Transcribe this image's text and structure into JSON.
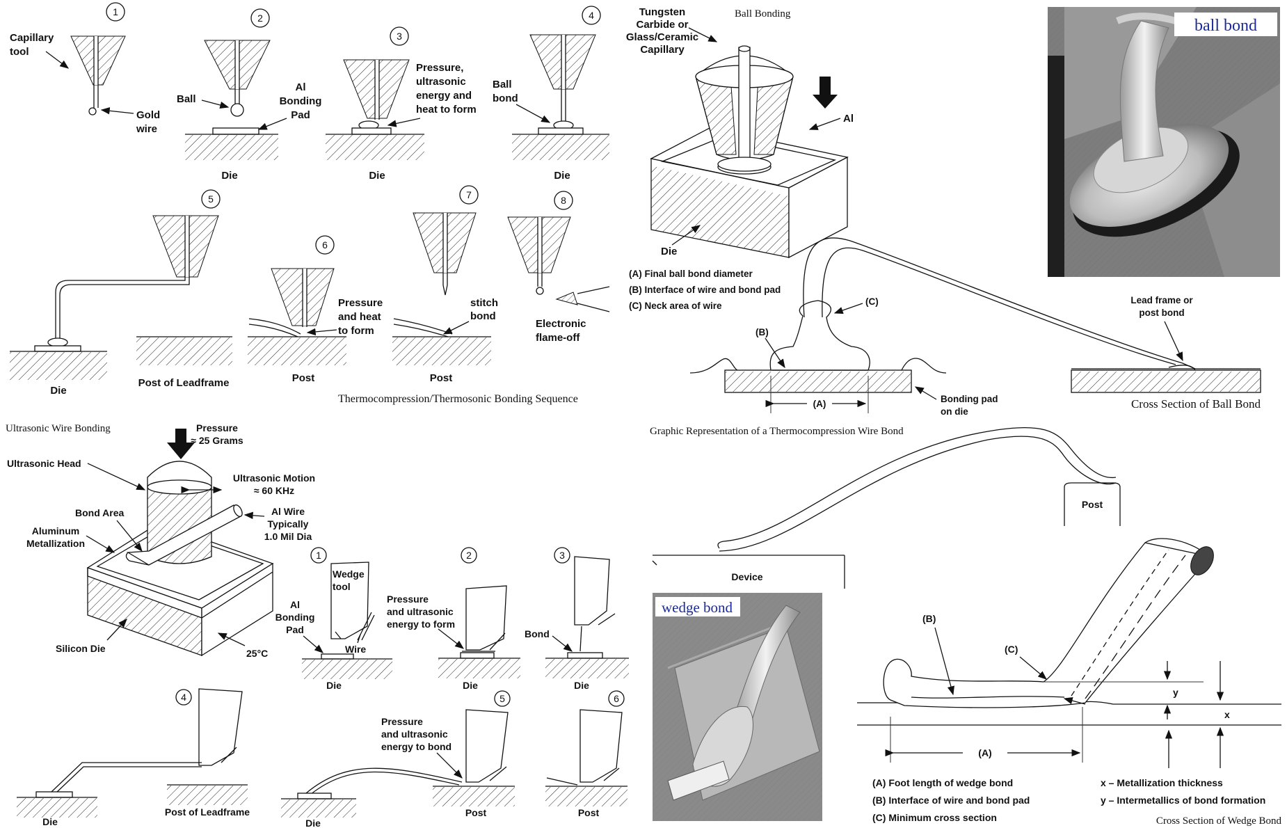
{
  "colors": {
    "ink": "#111111",
    "photo_label": "#1a2a9a"
  },
  "sequence": {
    "steps": [
      "1",
      "2",
      "3",
      "4",
      "5",
      "6",
      "7",
      "8"
    ],
    "capillary_tool": [
      "Capillary",
      "tool"
    ],
    "gold_wire": [
      "Gold",
      "wire"
    ],
    "ball": "Ball",
    "al_pad": [
      "Al",
      "Bonding",
      "Pad"
    ],
    "pressure": [
      "Pressure,",
      "ultrasonic",
      "energy and",
      "heat to form"
    ],
    "ball_bond": [
      "Ball",
      "bond"
    ],
    "die": "Die",
    "post_of_leadframe": "Post of Leadframe",
    "pressure_heat": [
      "Pressure",
      "and heat",
      "to form"
    ],
    "post": "Post",
    "stitch_bond": [
      "stitch",
      "bond"
    ],
    "flame_off": [
      "Electronic",
      "flame-off"
    ],
    "caption": "Thermocompression/Thermosonic Bonding Sequence"
  },
  "ball_bonding": {
    "title": "Ball Bonding",
    "capillary": [
      "Tungsten",
      "Carbide or",
      "Glass/Ceramic",
      "Capillary"
    ],
    "al": "Al",
    "die": "Die",
    "legend": [
      "(A) Final ball bond diameter",
      "(B) Interface of wire and bond pad",
      "(C) Neck area of wire"
    ]
  },
  "photo_ball": {
    "label": "ball bond"
  },
  "tc_section": {
    "lead_frame": [
      "Lead frame or",
      "post bond"
    ],
    "c": "(C)",
    "b": "(B)",
    "a": "(A)",
    "bonding_pad": [
      "Bonding pad",
      "on die"
    ],
    "cross_section": "Cross Section of Ball Bond",
    "caption": "Graphic Representation of a Thermocompression Wire Bond"
  },
  "ultrasonic": {
    "title": "Ultrasonic Wire Bonding",
    "pressure": [
      "Pressure",
      "≈ 25 Grams"
    ],
    "head": "Ultrasonic Head",
    "motion": [
      "Ultrasonic Motion",
      "≈ 60 KHz"
    ],
    "bond_area": "Bond Area",
    "al_wire": [
      "Al Wire",
      "Typically",
      "1.0 Mil Dia"
    ],
    "metallization": [
      "Aluminum",
      "Metallization"
    ],
    "silicon_die": "Silicon Die",
    "temp": "25°C"
  },
  "wedge_seq": {
    "steps": [
      "1",
      "2",
      "3",
      "4",
      "5",
      "6"
    ],
    "wedge_tool": [
      "Wedge",
      "tool"
    ],
    "al_pad": [
      "Al",
      "Bonding",
      "Pad"
    ],
    "wire": "Wire",
    "pressure_form": [
      "Pressure",
      "and ultrasonic",
      "energy to form"
    ],
    "bond": "Bond",
    "pressure_bond": [
      "Pressure",
      "and ultrasonic",
      "energy to bond"
    ],
    "die": "Die",
    "post_of_leadframe": "Post of Leadframe",
    "post": "Post"
  },
  "device_post": {
    "post": "Post",
    "device": "Device"
  },
  "photo_wedge": {
    "label": "wedge bond"
  },
  "wedge_section": {
    "b": "(B)",
    "c": "(C)",
    "a": "(A)",
    "y": "y",
    "x": "x",
    "legend_left": [
      "(A) Foot length of wedge bond",
      "(B) Interface of wire and bond pad",
      "(C) Minimum cross section"
    ],
    "legend_right": [
      "x – Metallization thickness",
      "y – Intermetallics of bond formation"
    ],
    "caption": "Cross Section of Wedge Bond"
  }
}
